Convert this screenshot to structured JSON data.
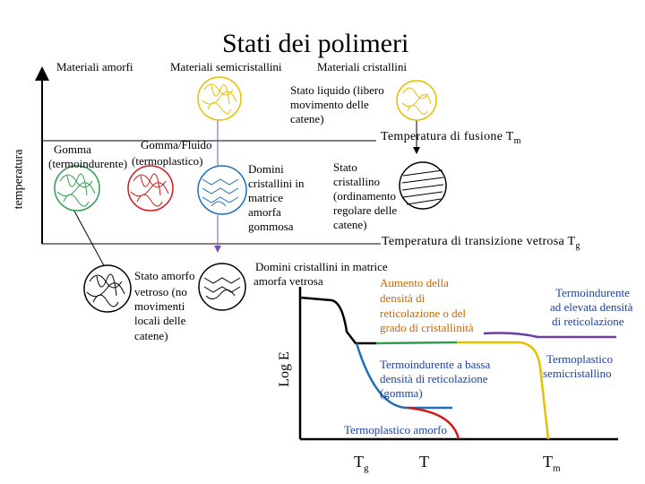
{
  "title": "Stati dei polimeri",
  "columns": {
    "amorfi": "Materiali amorfi",
    "semicristallini": "Materiali semicristallini",
    "cristallini": "Materiali cristallini"
  },
  "y_axis_label": "temperatura",
  "liquid_state": [
    "Stato liquido (libero",
    "movimento delle",
    "catene)"
  ],
  "tm_label": "Temperatura di fusione T",
  "tm_sub": "m",
  "gomma": [
    "Gomma",
    "(termoindurente)"
  ],
  "gomma_fluido": [
    "Gomma/Fluido",
    "(termoplastico)"
  ],
  "domini_gommosa": [
    "Domini",
    "cristallini in",
    "matrice",
    "amorfa",
    "gommosa"
  ],
  "stato_cristallino": [
    "Stato",
    "cristallino",
    "(ordinamento",
    "regolare delle",
    "catene)"
  ],
  "tg_label": "Temperatura di transizione vetrosa T",
  "tg_sub": "g",
  "stato_amorfo": [
    "Stato amorfo",
    "vetroso (no",
    "movimenti",
    "locali delle",
    "catene)"
  ],
  "domini_vetrosa": [
    "Domini cristallini in matrice",
    "amorfa vetrosa"
  ],
  "aumento": [
    "Aumento della",
    "densità di",
    "reticolazione o del",
    "grado di cristallinità"
  ],
  "termoindurente_alta": [
    "Termoindurente",
    "ad elevata densità",
    "di reticolazione"
  ],
  "termoindurente_bassa": [
    "Termoindurente a bassa",
    "densità di reticolazione",
    "(gomma)"
  ],
  "termoplastico_semi": [
    "Termoplastico",
    "semicristallino"
  ],
  "termoplastico_amorfo": "Termoplastico amorfo",
  "log_e_label": "Log E",
  "x_ticks": {
    "tg": "T",
    "tg_sub": "g",
    "t": "T",
    "tm": "T",
    "tm_sub": "m"
  },
  "colors": {
    "green": "#2e9e4f",
    "red": "#d11a1a",
    "blue": "#1e6fb8",
    "yellow": "#e6c000",
    "purple": "#6b3fa0",
    "orange": "#d9a400",
    "text_blue": "#1a3fa8"
  }
}
